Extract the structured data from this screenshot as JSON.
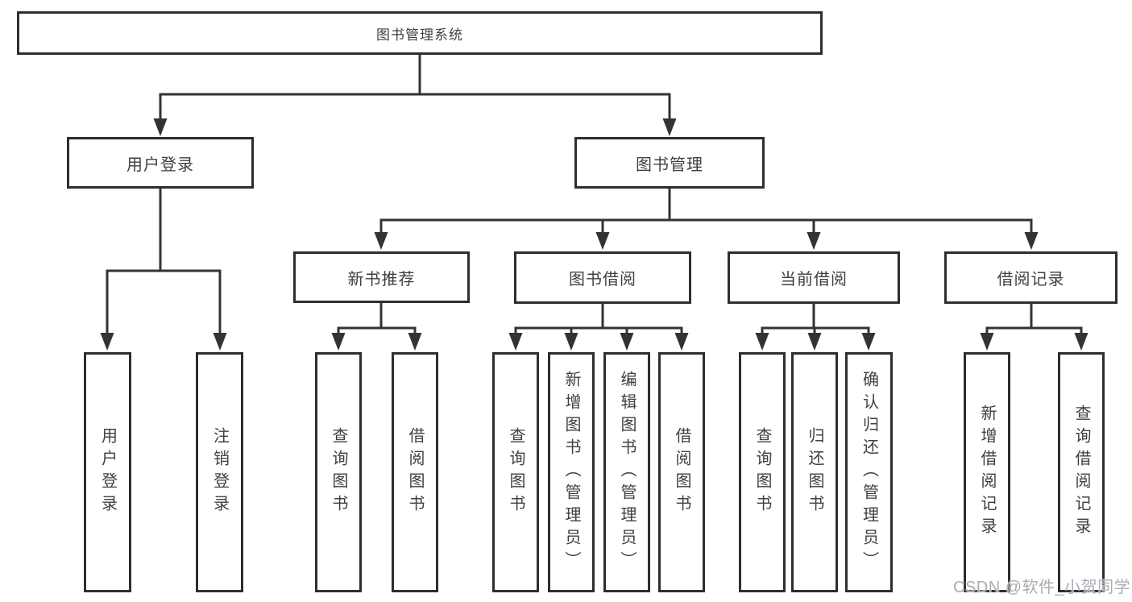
{
  "diagram": {
    "type": "hierarchy-tree",
    "root": {
      "label": "图书管理系统"
    },
    "branches": [
      {
        "label": "用户登录",
        "children": [
          {
            "label": "用户登录"
          },
          {
            "label": "注销登录"
          }
        ]
      },
      {
        "label": "图书管理",
        "children": [
          {
            "label": "新书推荐",
            "children": [
              {
                "label": "查询图书"
              },
              {
                "label": "借阅图书"
              }
            ]
          },
          {
            "label": "图书借阅",
            "children": [
              {
                "label": "查询图书"
              },
              {
                "label": "新增图书（管理员）"
              },
              {
                "label": "编辑图书（管理员）"
              },
              {
                "label": "借阅图书"
              }
            ]
          },
          {
            "label": "当前借阅",
            "children": [
              {
                "label": "查询图书"
              },
              {
                "label": "归还图书"
              },
              {
                "label": "确认归还（管理员）"
              }
            ]
          },
          {
            "label": "借阅记录",
            "children": [
              {
                "label": "新增借阅记录"
              },
              {
                "label": "查询借阅记录"
              }
            ]
          }
        ]
      }
    ],
    "watermark": "CSDN @软件_小贺同学",
    "colors": {
      "background": "#ffffff",
      "box_border": "#2d2e31",
      "line": "#333333",
      "text": "#3e4045",
      "watermark": "#a9adb3"
    }
  }
}
